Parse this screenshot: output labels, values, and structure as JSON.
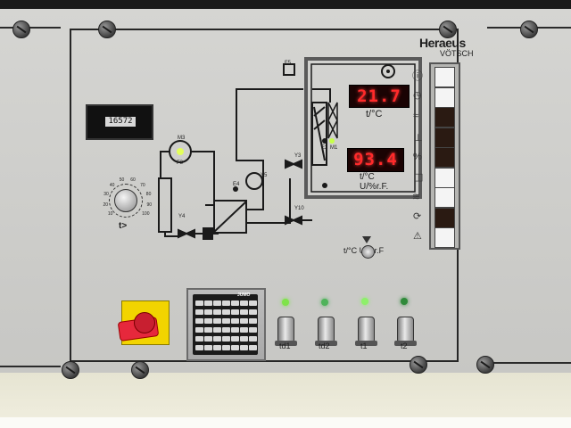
{
  "brand": {
    "line1": "Heraeus",
    "line2": "VÖTSCH"
  },
  "hour_counter": {
    "value": "16572"
  },
  "temperature_display": {
    "value": "21.7",
    "label": "t/°C"
  },
  "humidity_display": {
    "value": "93.4",
    "label_line1": "t/°C",
    "label_line2": "U/%r.F."
  },
  "selector_label": "t/°C  U/%r.F",
  "schematic_labels": {
    "f5": "F5",
    "m3": "M3",
    "f3": "F3",
    "y4": "Y4",
    "e4": "E4",
    "y5": "Y5",
    "y3": "Y3",
    "y10": "Y10",
    "e2": "E2",
    "m1": "M1"
  },
  "dial": {
    "scale": [
      "10",
      "20",
      "30",
      "40",
      "50",
      "60",
      "70",
      "80",
      "90",
      "100"
    ],
    "label": "t>"
  },
  "side_buttons": [
    {
      "state": "lit"
    },
    {
      "state": "lit"
    },
    {
      "state": "dark"
    },
    {
      "state": "dark"
    },
    {
      "state": "dark"
    },
    {
      "state": "lit"
    },
    {
      "state": "lit"
    },
    {
      "state": "dark"
    },
    {
      "state": "lit"
    }
  ],
  "toggles": [
    {
      "label": "td1",
      "led_color": "#7fe34a"
    },
    {
      "label": "td2",
      "led_color": "#4fb35a"
    },
    {
      "label": "t1",
      "led_color": "#8ef06a"
    },
    {
      "label": "t2",
      "led_color": "#2f8a3a"
    }
  ],
  "keypad_brand": "JUMO",
  "colors": {
    "panel": "#cfcfcc",
    "display_bg": "#1a0303",
    "segment_red": "#ff2a2a",
    "switch_yellow": "#f2d400",
    "switch_red": "#e6283c"
  }
}
